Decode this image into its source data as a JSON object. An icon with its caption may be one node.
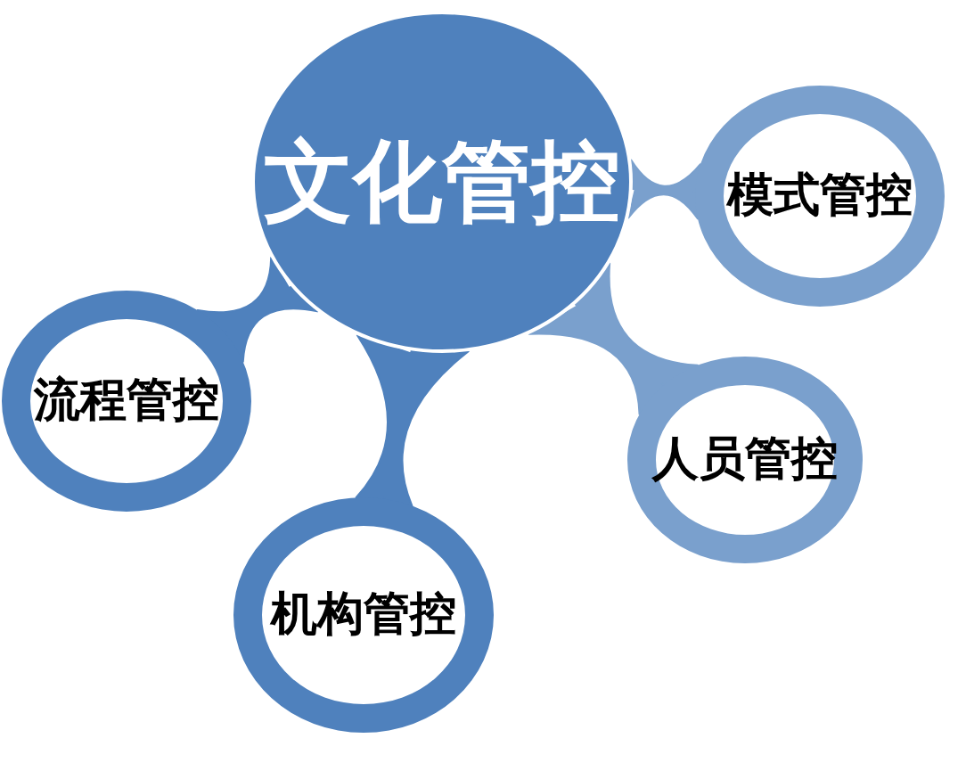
{
  "diagram": {
    "nodes": [
      {
        "text": [
          "文化管控"
        ]
      },
      {
        "text": [
          "模式管控"
        ]
      },
      {
        "text": [
          "流程管控"
        ]
      },
      {
        "text": [
          "人员管控"
        ]
      },
      {
        "text": [
          "机构管控"
        ]
      }
    ],
    "edges": [
      {
        "from": 0,
        "to": 1,
        "arrow": "none",
        "color": "#7aa0cd"
      },
      {
        "from": 0,
        "to": 2,
        "arrow": "none"
      },
      {
        "from": 0,
        "to": 3,
        "arrow": "none",
        "color": "#7aa0cd"
      },
      {
        "from": 0,
        "to": 4,
        "arrow": "none"
      }
    ]
  }
}
